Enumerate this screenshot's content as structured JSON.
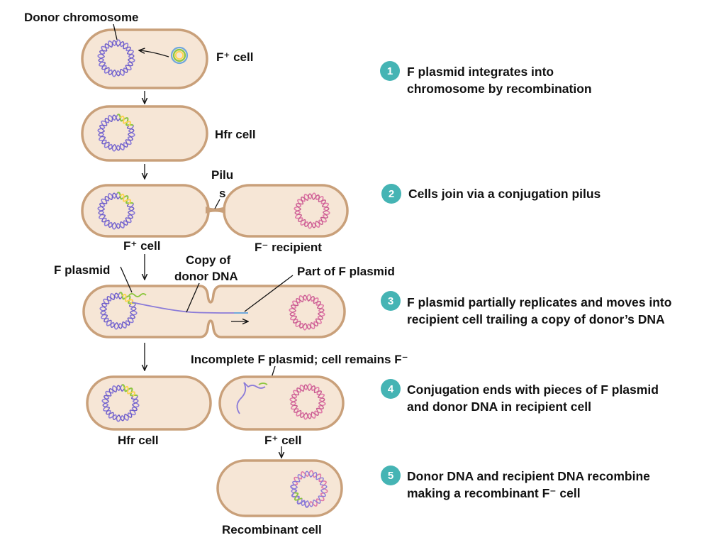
{
  "colors": {
    "cell_fill": "#f6e6d6",
    "cell_stroke": "#c9a07a",
    "donor_dna": "#8b7bd8",
    "recipient_dna": "#e07aa8",
    "f_plasmid_green": "#8cc63f",
    "f_plasmid_blue": "#6fa8dc",
    "f_plasmid_yellow": "#ffd54f",
    "step_badge": "#45b4b4"
  },
  "labels": {
    "donor_chromosome": "Donor chromosome",
    "f_plus_cell_1": "F⁺ cell",
    "hfr_cell_1": "Hfr cell",
    "pilus_line1": "Pilu",
    "pilus_line2": "s",
    "f_plus_cell_2": "F⁺ cell",
    "f_minus_recipient": "F⁻ recipient",
    "f_plasmid": "F plasmid",
    "copy_of_line1": "Copy of",
    "copy_of_line2": "donor DNA",
    "part_of_f_plasmid": "Part of F plasmid",
    "incomplete_f_plasmid": "Incomplete F plasmid; cell remains F⁻",
    "hfr_cell_2": "Hfr cell",
    "f_plus_cell_3": "F⁺ cell",
    "recombinant_cell": "Recombinant cell"
  },
  "steps": [
    {
      "number": "1",
      "line1": "F plasmid integrates into",
      "line2": "chromosome by recombination"
    },
    {
      "number": "2",
      "line1": "Cells join via a conjugation pilus",
      "line2": ""
    },
    {
      "number": "3",
      "line1": "F plasmid partially replicates and moves into",
      "line2": "recipient cell trailing a copy of donor’s DNA"
    },
    {
      "number": "4",
      "line1": "Conjugation ends with pieces of F plasmid",
      "line2": "and donor DNA in recipient cell"
    },
    {
      "number": "5",
      "line1": "Donor DNA and recipient DNA recombine",
      "line2": "making a recombinant F⁻ cell"
    }
  ]
}
